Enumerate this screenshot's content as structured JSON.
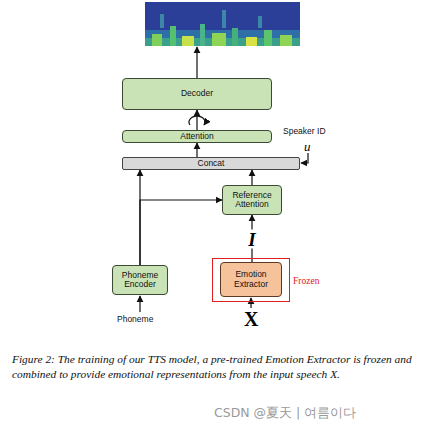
{
  "diagram": {
    "caption": "Figure 2: The training of our TTS model, a pre-trained Emotion Extractor is frozen and combined to provide emotional representations from the input speech X.",
    "nodes": [
      {
        "text": [
          "Decoder"
        ]
      },
      {
        "text": [
          "Attention"
        ]
      },
      {
        "text": [
          "Concat"
        ]
      },
      {
        "text": [
          "Reference Attention"
        ]
      },
      {
        "text": [
          "Phoneme Encoder"
        ]
      },
      {
        "text": [
          "Frozen"
        ]
      },
      {
        "text": [
          "Emotion Extractor"
        ],
        "in": 5
      }
    ],
    "edges": [
      {
        "from": 4,
        "to": 2,
        "arrow": "to"
      },
      {
        "from": 4,
        "to": 3,
        "arrow": "to"
      },
      {
        "from": 6,
        "to": 3,
        "label": "I",
        "arrow": "to"
      },
      {
        "from": 3,
        "to": 2,
        "arrow": "to"
      },
      {
        "from": 2,
        "to": 1,
        "arrow": "to"
      },
      {
        "from": 1,
        "to": 0,
        "arrow": "to"
      }
    ],
    "labels": [
      "Speaker ID",
      "u",
      "Phoneme",
      "X",
      "CSDN @夏天 | 여름이다"
    ]
  }
}
